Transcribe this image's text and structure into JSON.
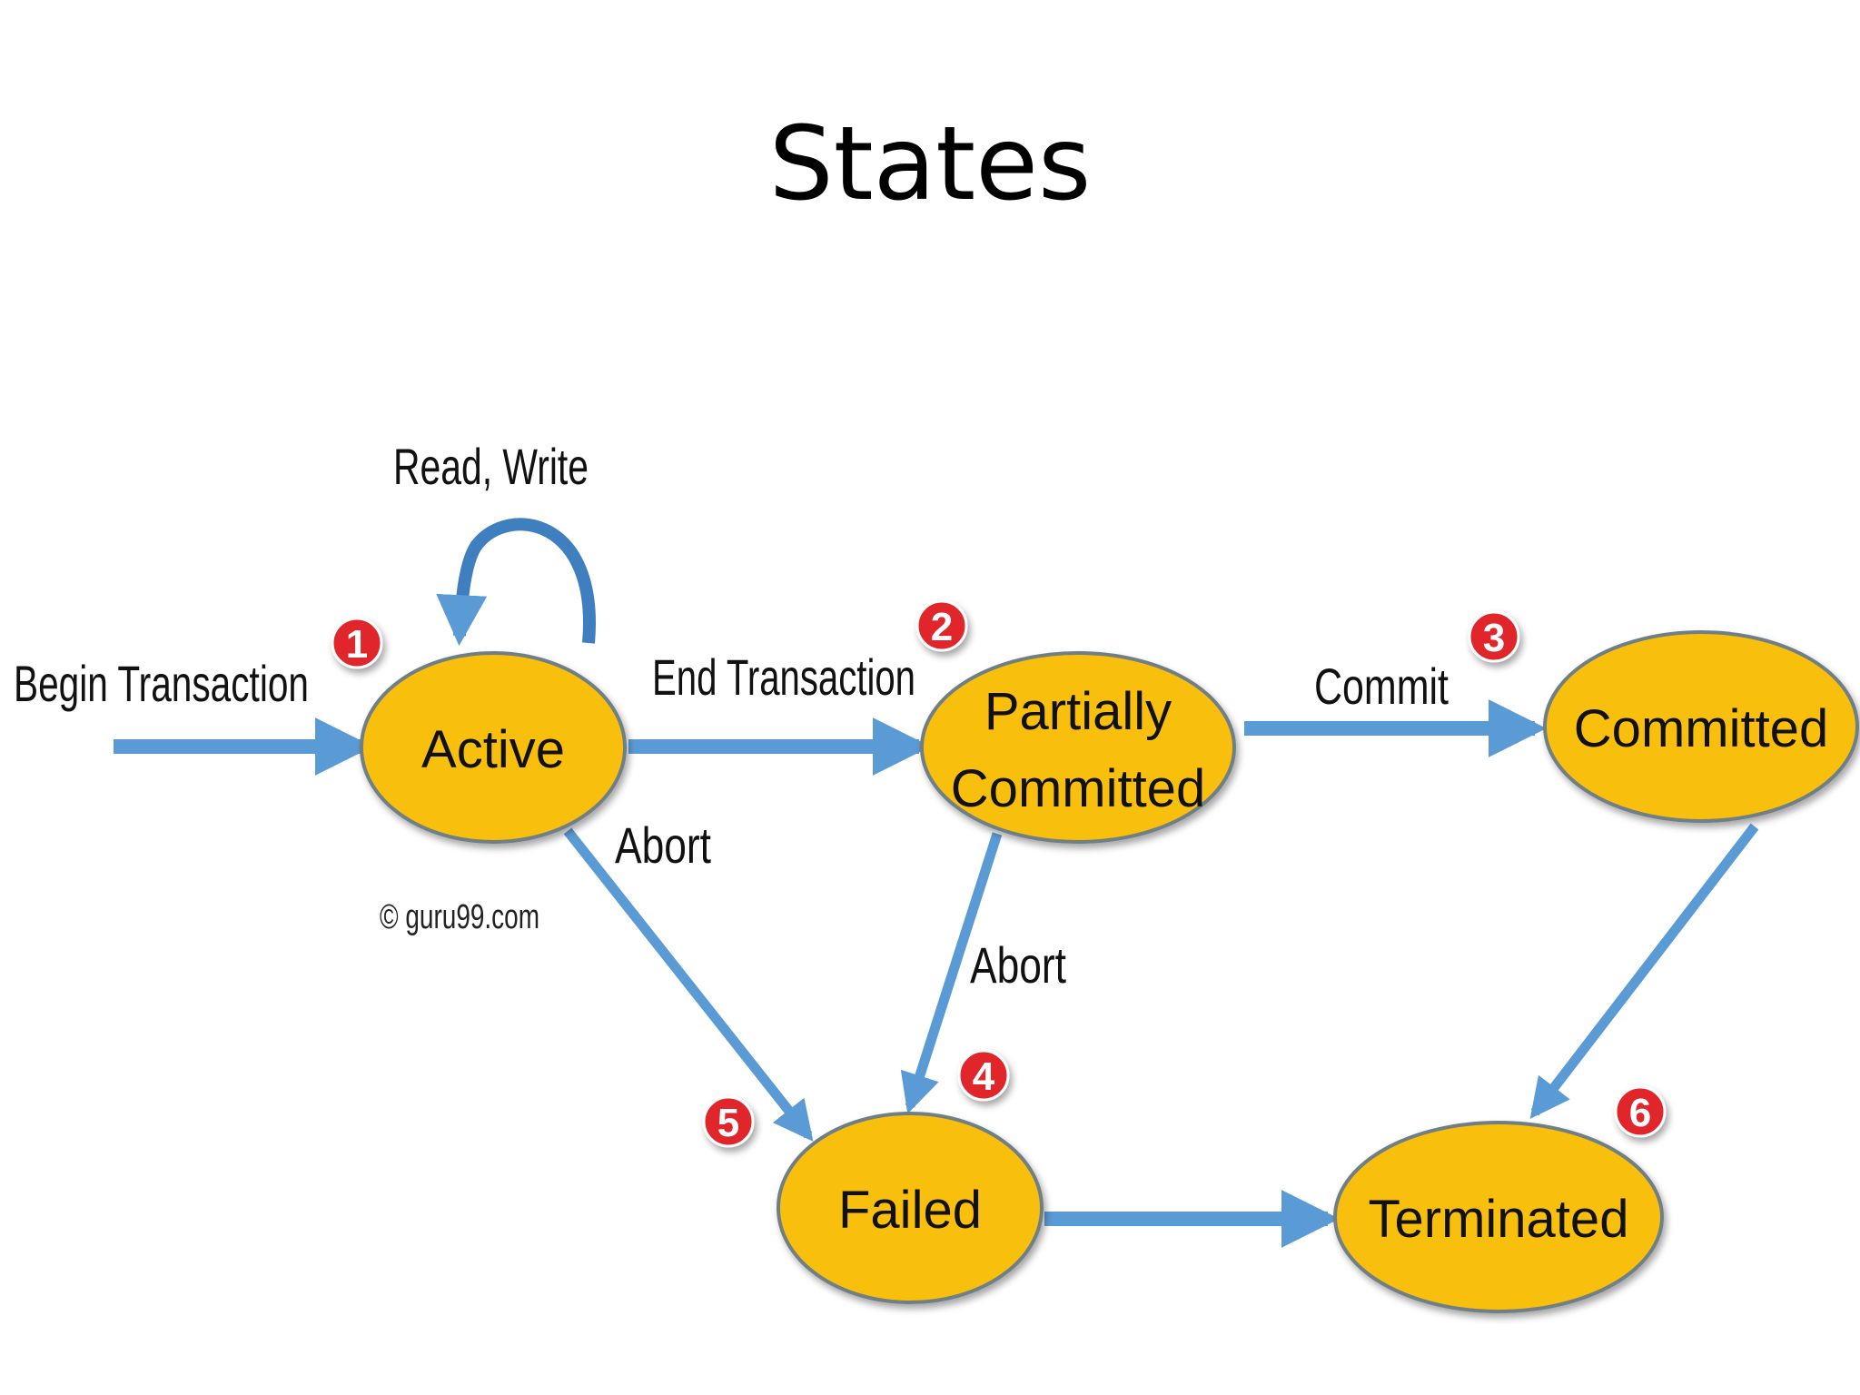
{
  "title": "States",
  "colors": {
    "state_fill": "#f9bf0a",
    "state_stroke": "#6f7f86",
    "arrow": "#5b9bd5",
    "badge": "#e0262a"
  },
  "states": {
    "active": {
      "label": "Active",
      "badge": "1"
    },
    "partially_committed": {
      "label_line1": "Partially",
      "label_line2": "Committed",
      "badge": "2"
    },
    "committed": {
      "label": "Committed",
      "badge": "3"
    },
    "failed_badge": "4",
    "failed": {
      "label": "Failed",
      "badge": "5"
    },
    "terminated": {
      "label": "Terminated",
      "badge": "6"
    }
  },
  "transitions": {
    "begin": "Begin Transaction",
    "read_write": "Read, Write",
    "end": "End Transaction",
    "commit": "Commit",
    "abort_active": "Abort",
    "abort_partial": "Abort"
  },
  "copyright": "© guru99.com"
}
